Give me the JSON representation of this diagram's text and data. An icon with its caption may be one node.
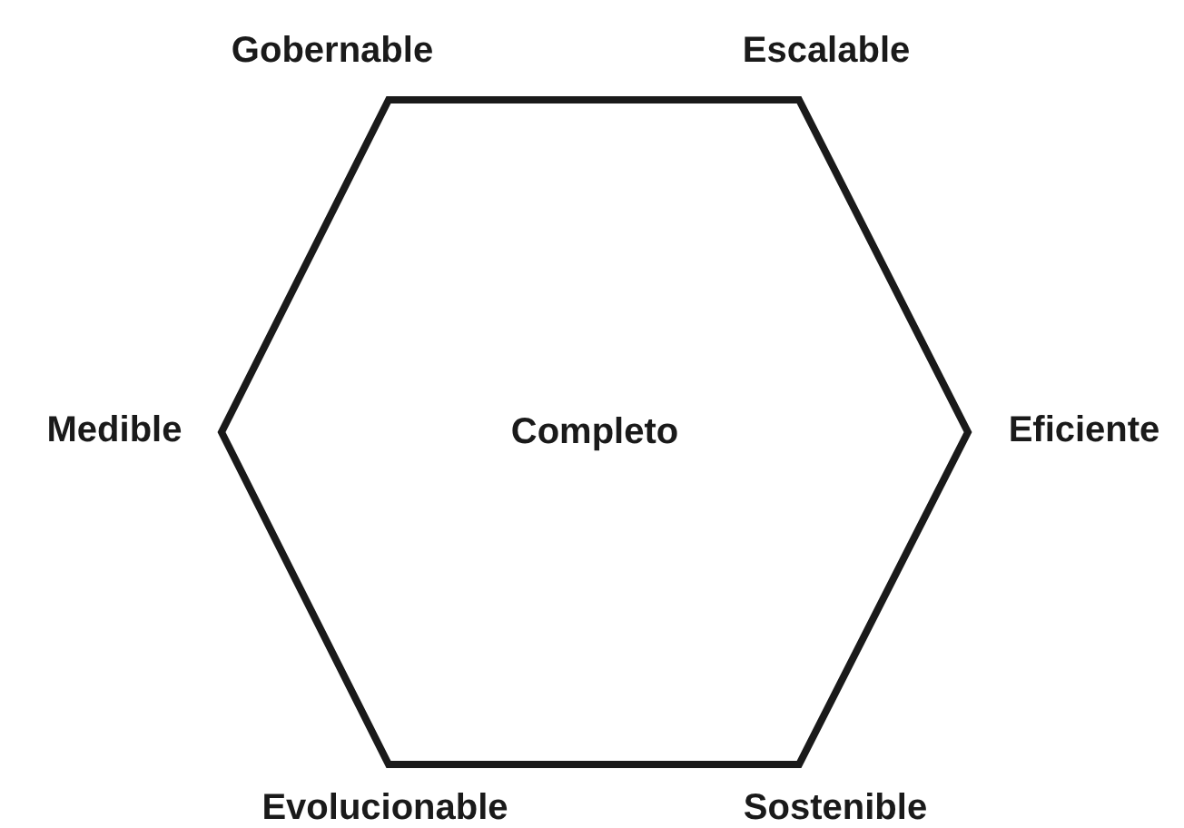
{
  "diagram": {
    "nodes": [
      {
        "text": [
          "Completo"
        ]
      }
    ],
    "edges": [],
    "labels": [
      "Gobernable",
      "Escalable",
      "Medible",
      "Eficiente",
      "Evolucionable",
      "Sostenible"
    ]
  }
}
